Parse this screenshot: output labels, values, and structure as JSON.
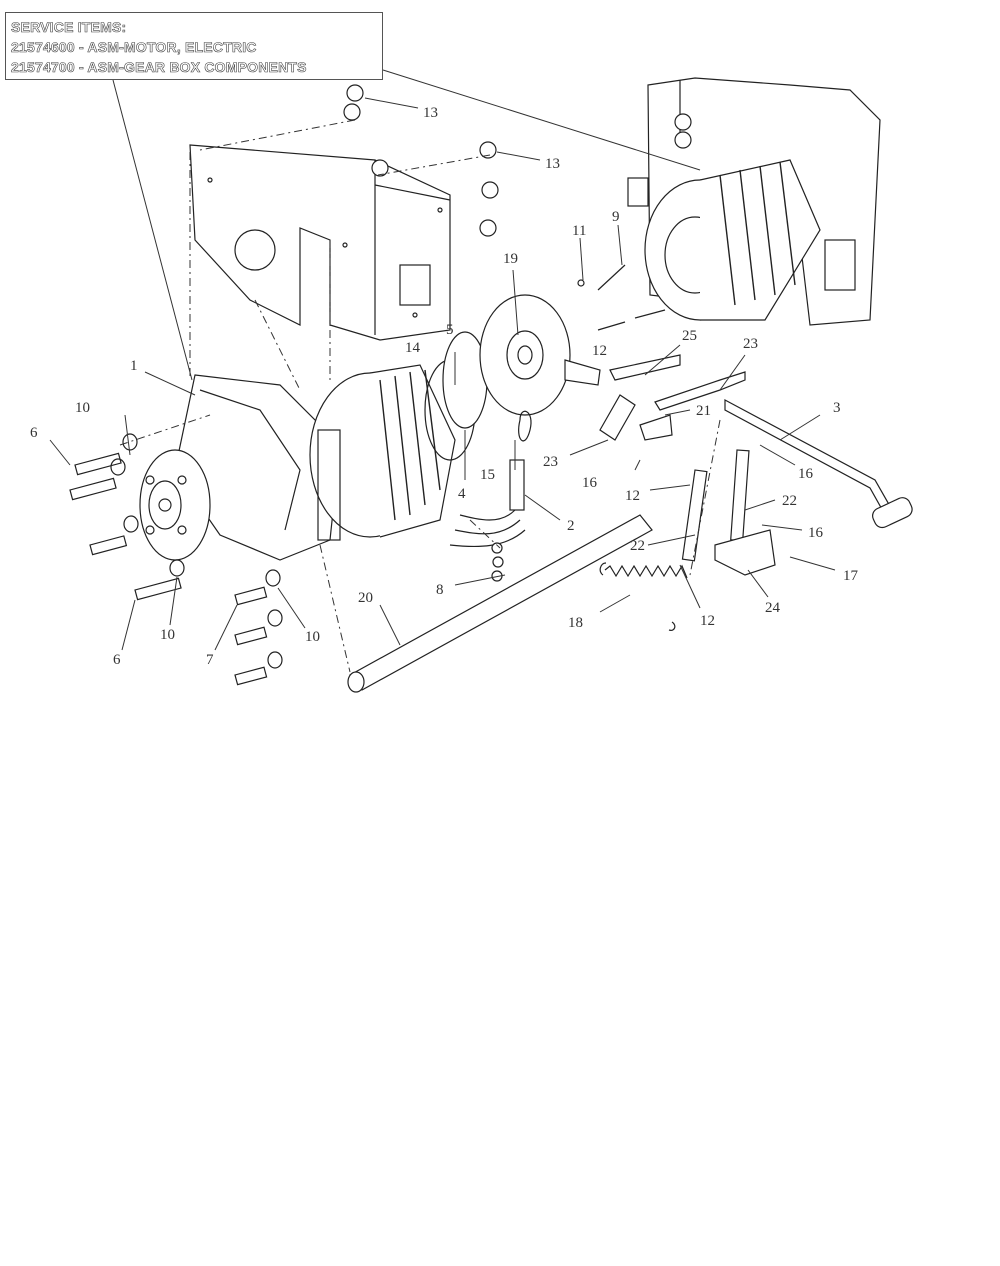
{
  "service_items": {
    "heading": "SERVICE ITEMS:",
    "lines": [
      "21574600 - ASM-MOTOR, ELECTRIC",
      "21574700 - ASM-GEAR BOX COMPONENTS"
    ]
  },
  "callouts": {
    "c1": "1",
    "c2": "2",
    "c3": "3",
    "c4": "4",
    "c5": "5",
    "c6a": "6",
    "c6b": "6",
    "c7": "7",
    "c8": "8",
    "c9": "9",
    "c10a": "10",
    "c10b": "10",
    "c10c": "10",
    "c11": "11",
    "c12a": "12",
    "c12b": "12",
    "c12c": "12",
    "c13a": "13",
    "c13b": "13",
    "c14": "14",
    "c15": "15",
    "c16a": "16",
    "c16b": "16",
    "c16c": "16",
    "c17": "17",
    "c18": "18",
    "c19": "19",
    "c20": "20",
    "c21": "21",
    "c22a": "22",
    "c22b": "22",
    "c23a": "23",
    "c23b": "23",
    "c24": "24",
    "c25": "25"
  }
}
